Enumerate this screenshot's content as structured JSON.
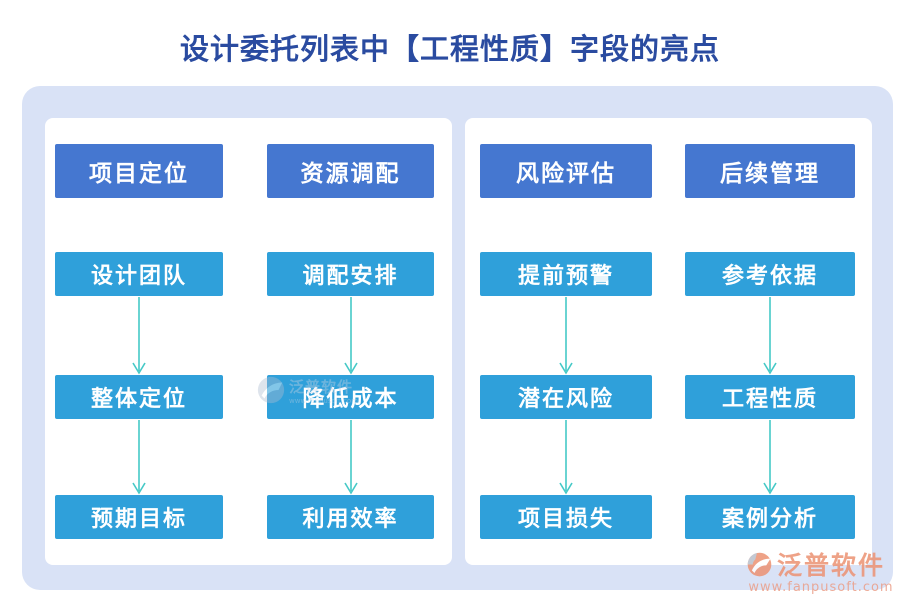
{
  "page": {
    "title": "设计委托列表中【工程性质】字段的亮点"
  },
  "colors": {
    "title_text": "#2a4ba0",
    "header_box": "#4577d0",
    "step_box": "#2fa0da",
    "arrow": "#45c9c7",
    "frame": "#d9e2f6",
    "panel": "#ffffff",
    "box_text": "#ffffff",
    "watermark": "#ec9273"
  },
  "panels": [
    {
      "columns": [
        {
          "header": "项目定位",
          "steps": [
            "设计团队",
            "整体定位",
            "预期目标"
          ]
        },
        {
          "header": "资源调配",
          "steps": [
            "调配安排",
            "降低成本",
            "利用效率"
          ]
        }
      ]
    },
    {
      "columns": [
        {
          "header": "风险评估",
          "steps": [
            "提前预警",
            "潜在风险",
            "项目损失"
          ]
        },
        {
          "header": "后续管理",
          "steps": [
            "参考依据",
            "工程性质",
            "案例分析"
          ]
        }
      ]
    }
  ],
  "watermarks": {
    "corner": {
      "brand": "泛普软件",
      "url": "www.fanpusoft.com"
    },
    "inline": {
      "brand": "泛普软件",
      "url": "www.fanpusoft.com"
    }
  }
}
